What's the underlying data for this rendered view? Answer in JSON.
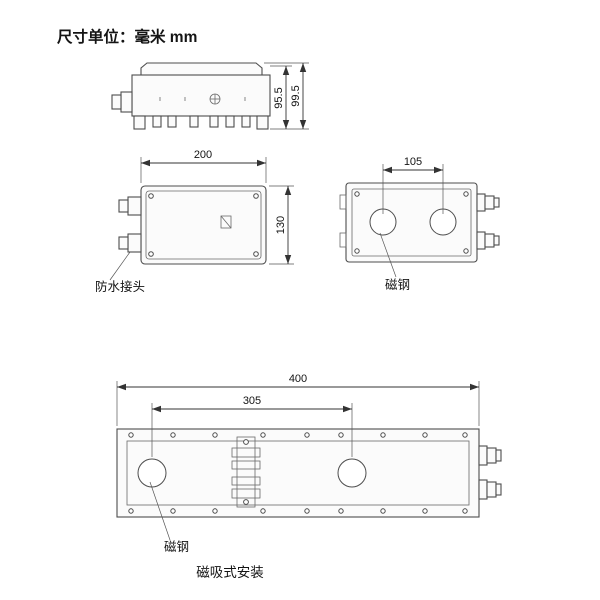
{
  "page": {
    "unit_note": "尺寸单位：毫米 mm",
    "caption": "磁吸式安装"
  },
  "labels": {
    "waterproof_connector": "防水接头",
    "magnet_front": "磁钢",
    "magnet_mount": "磁钢"
  },
  "dimensions": {
    "side_inner_height": "95.5",
    "side_overall_height": "99.5",
    "plan_width": "200",
    "plan_depth": "130",
    "front_magnet_spacing": "105",
    "mount_overall_width": "400",
    "mount_magnet_spacing": "305"
  },
  "colors": {
    "line": "#4d4d4d",
    "text": "#141414",
    "background": "#ffffff"
  }
}
